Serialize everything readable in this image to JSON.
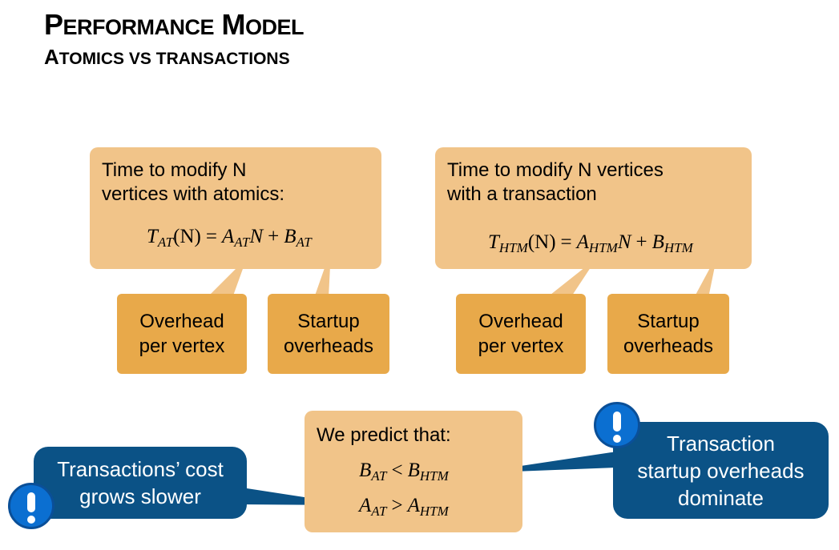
{
  "title": {
    "first_letter": "P",
    "rest": "ERFORMANCE",
    "second_letter": "M",
    "rest2": "ODEL"
  },
  "subtitle": {
    "first_letter": "A",
    "rest": "TOMICS VS TRANSACTIONS"
  },
  "atomics": {
    "intro": "Time to modify N\nvertices with atomics:",
    "formula": {
      "lhs": "T",
      "lhs_sub": "AT",
      "arg": "(N)",
      "eq": "=",
      "a": "A",
      "a_sub": "AT",
      "n": "N",
      "plus": "+",
      "b": "B",
      "b_sub": "AT"
    },
    "callout_left": "Overhead\nper vertex",
    "callout_right": "Startup\noverheads"
  },
  "transaction": {
    "intro": "Time to modify N vertices\nwith a transaction",
    "formula": {
      "lhs": "T",
      "lhs_sub": "HTM",
      "arg": "(N)",
      "eq": "=",
      "a": "A",
      "a_sub": "HTM",
      "n": "N",
      "plus": "+",
      "b": "B",
      "b_sub": "HTM"
    },
    "callout_left": "Overhead\nper vertex",
    "callout_right": "Startup\noverheads"
  },
  "prediction": {
    "intro": "We predict that:",
    "line1": {
      "l": "B",
      "l_sub": "AT",
      "op": "<",
      "r": "B",
      "r_sub": "HTM"
    },
    "line2": {
      "l": "A",
      "l_sub": "AT",
      "op": ">",
      "r": "A",
      "r_sub": "HTM"
    }
  },
  "note_left": "Transactions’ cost\ngrows slower",
  "note_right": "Transaction\nstartup overheads\ndominate",
  "colors": {
    "light_box": "#f1c489",
    "orange_box": "#e8a94a",
    "blue_box": "#0b5286",
    "badge": "#0b6fd1"
  },
  "icons": [
    "exclamation-icon",
    "exclamation-icon"
  ]
}
